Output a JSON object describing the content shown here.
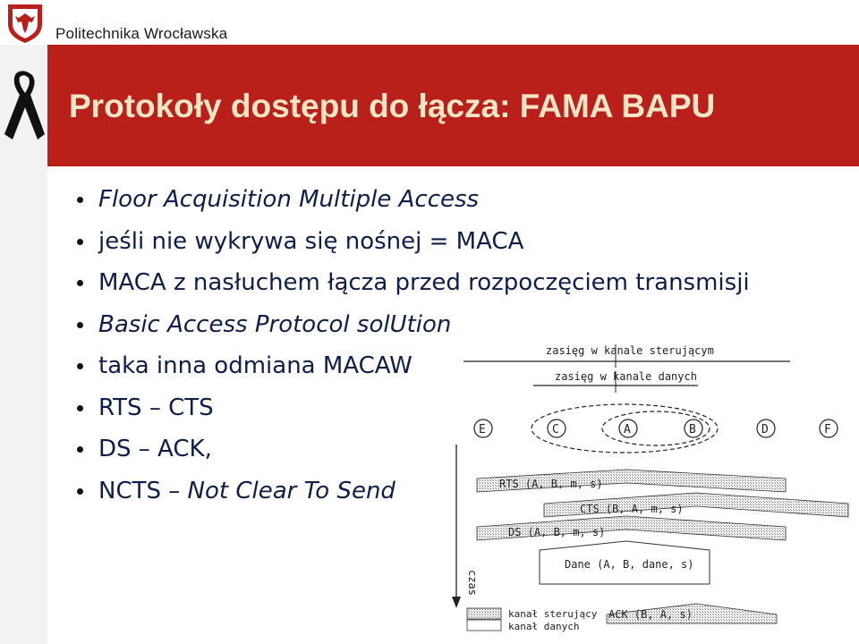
{
  "header": {
    "university": "Politechnika Wrocławska"
  },
  "title": "Protokoły dostępu do łącza: FAMA BAPU",
  "bullets": {
    "b1": "Floor Acquisition Multiple Access",
    "b2": "jeśli nie wykrywa się nośnej = MACA",
    "b3": "MACA z nasłuchem łącza przed rozpoczęciem transmisji",
    "b4": "Basic Access Protocol solUtion",
    "b5": "taka inna odmiana MACAW",
    "b6": "RTS – CTS",
    "b7": "DS – ACK,",
    "b8_prefix": "NCTS – ",
    "b8_italic": "Not Clear To Send"
  },
  "diagram": {
    "control_range_label": "zasięg w kanale sterującym",
    "data_range_label": "zasięg w kanale danych",
    "nodes": [
      "E",
      "C",
      "A",
      "B",
      "D",
      "F"
    ],
    "time_label": "czas",
    "messages": {
      "rts": "RTS (A, B, m, s)",
      "cts": "CTS (B, A, m, s)",
      "ds": "DS (A, B, m, s)",
      "data": "Dane (A, B, dane, s)",
      "ack": "ACK (B, A, s)"
    },
    "legend": {
      "control": "kanał sterujący",
      "data": "kanał danych"
    }
  },
  "colors": {
    "title_bar": "#b9201a",
    "title_text": "#f4e5c6",
    "bullet_text": "#0f1d4a"
  }
}
